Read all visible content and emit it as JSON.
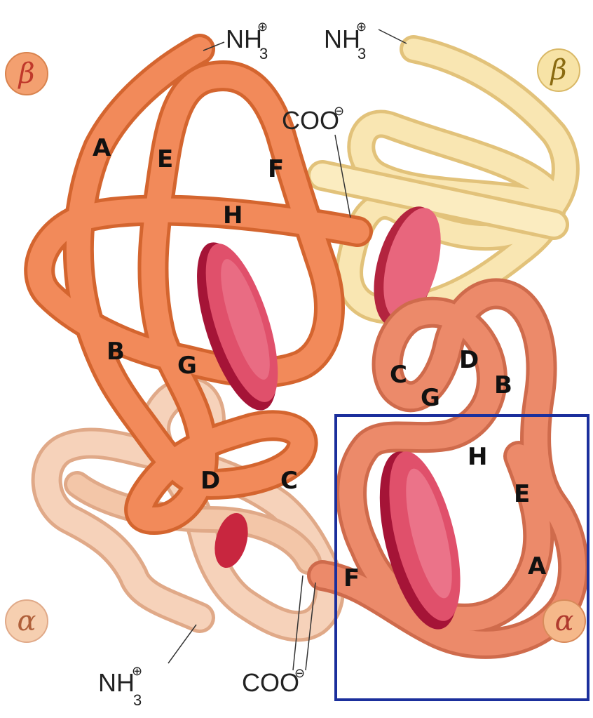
{
  "colors": {
    "beta_left": "#f28a5a",
    "beta_right": "#f7e0a0",
    "alpha_left": "#f3c6a8",
    "alpha_right": "#ec8a6a",
    "heme": "#d6304f",
    "heme_dark": "#a51437",
    "outline": "#d4652f",
    "box": "#1b2f9c",
    "badge_beta_fill": "#f3a070",
    "badge_alpha_fill": "#f5b88a"
  },
  "badges": {
    "beta_left": "β",
    "beta_right": "β",
    "alpha_left": "α",
    "alpha_right": "α"
  },
  "termini": {
    "nh3_top_left": {
      "main": "NH",
      "sub": "3",
      "sup": "⊕"
    },
    "nh3_top_right": {
      "main": "NH",
      "sub": "3",
      "sup": "⊕"
    },
    "coo_top": {
      "main": "COO",
      "sup": "⊖"
    },
    "nh3_bottom": {
      "main": "NH",
      "sub": "3",
      "sup": "⊕"
    },
    "coo_bottom": {
      "main": "COO",
      "sup": "⊖"
    }
  },
  "helix_labels": {
    "beta_left": {
      "A": "A",
      "E": "E",
      "F": "F",
      "H": "H",
      "B": "B",
      "G": "G",
      "D": "D",
      "C": "C"
    },
    "alpha_right": {
      "C": "C",
      "D": "D",
      "B": "B",
      "G": "G",
      "H": "H",
      "E": "E",
      "F": "F",
      "A": "A"
    }
  }
}
